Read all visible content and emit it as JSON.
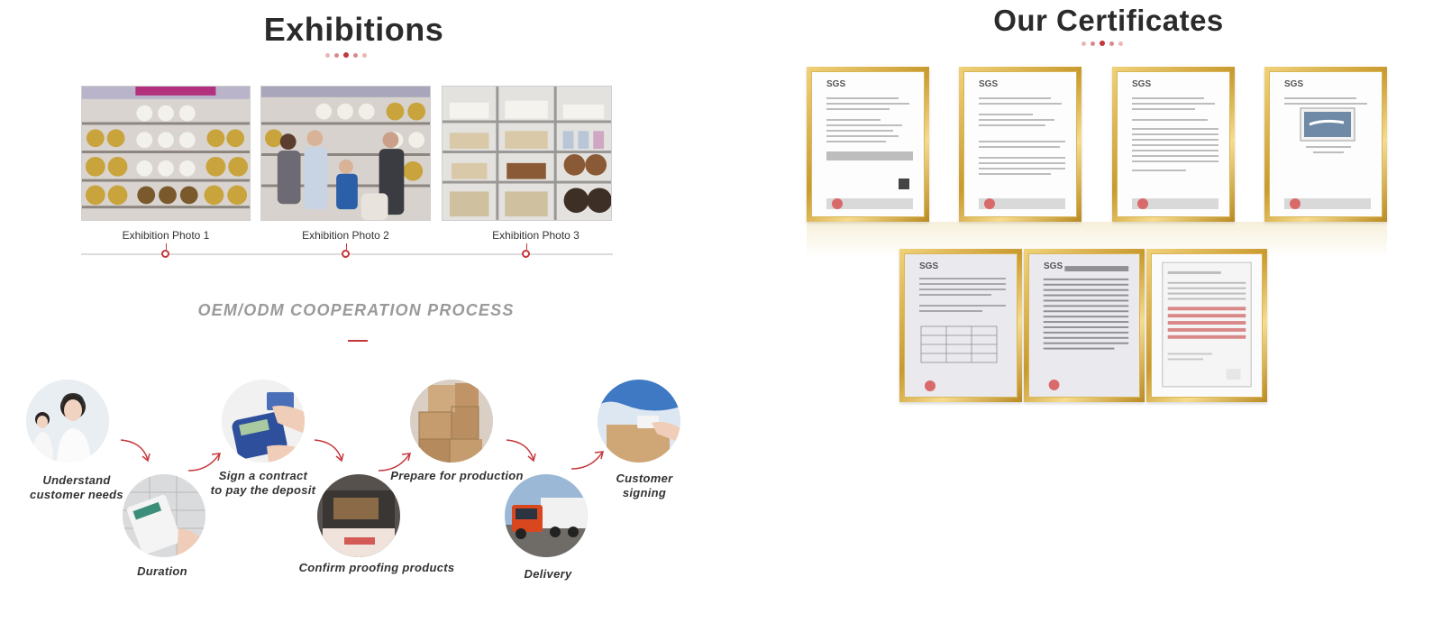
{
  "exhibitions": {
    "title": "Exhibitions",
    "photos": [
      {
        "caption": "Exhibition Photo 1"
      },
      {
        "caption": "Exhibition Photo 2"
      },
      {
        "caption": "Exhibition Photo 3"
      }
    ]
  },
  "process": {
    "title": "OEM/ODM COOPERATION PROCESS",
    "steps": [
      {
        "label_line1": "Understand",
        "label_line2": "customer needs",
        "icon": "customer-service-icon"
      },
      {
        "label_line1": "Duration",
        "label_line2": "",
        "icon": "calculator-icon"
      },
      {
        "label_line1": "Sign a contract",
        "label_line2": "to pay the deposit",
        "icon": "card-terminal-icon"
      },
      {
        "label_line1": "Confirm proofing products",
        "label_line2": "",
        "icon": "cutting-machine-icon"
      },
      {
        "label_line1": "Prepare for production",
        "label_line2": "",
        "icon": "boxes-icon"
      },
      {
        "label_line1": "Delivery",
        "label_line2": "",
        "icon": "truck-icon"
      },
      {
        "label_line1": "Customer",
        "label_line2": "signing",
        "icon": "package-signing-icon"
      }
    ]
  },
  "certificates": {
    "title": "Our Certificates",
    "logo_text": "SGS",
    "count": 7
  },
  "colors": {
    "accent": "#c6373c",
    "gold": "#c99a2e",
    "title": "#2b2b2b",
    "process_title": "#9a9a9a"
  }
}
